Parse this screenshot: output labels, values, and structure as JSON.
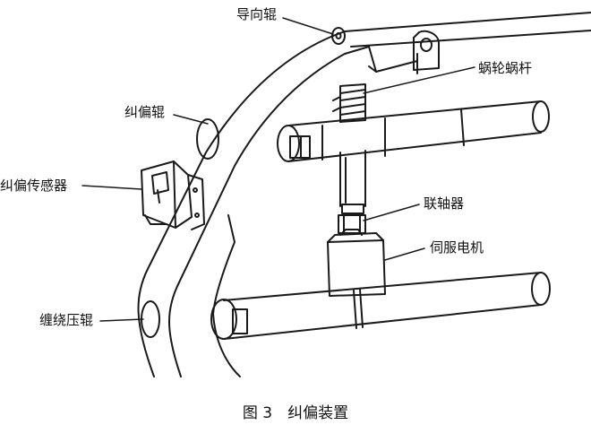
{
  "labels": {
    "guide_roller": "导向辊",
    "worm_gear": "蜗轮蜗杆",
    "correction_roller": "纠偏辊",
    "correction_sensor": "纠偏传感器",
    "coupling": "联轴器",
    "servo_motor": "伺服电机",
    "winding_press_roller": "缠绕压辊"
  },
  "caption": "图 3　纠偏装置",
  "colors": {
    "line": "#1a1a1a",
    "ink": "#111111",
    "background": "#ffffff"
  }
}
